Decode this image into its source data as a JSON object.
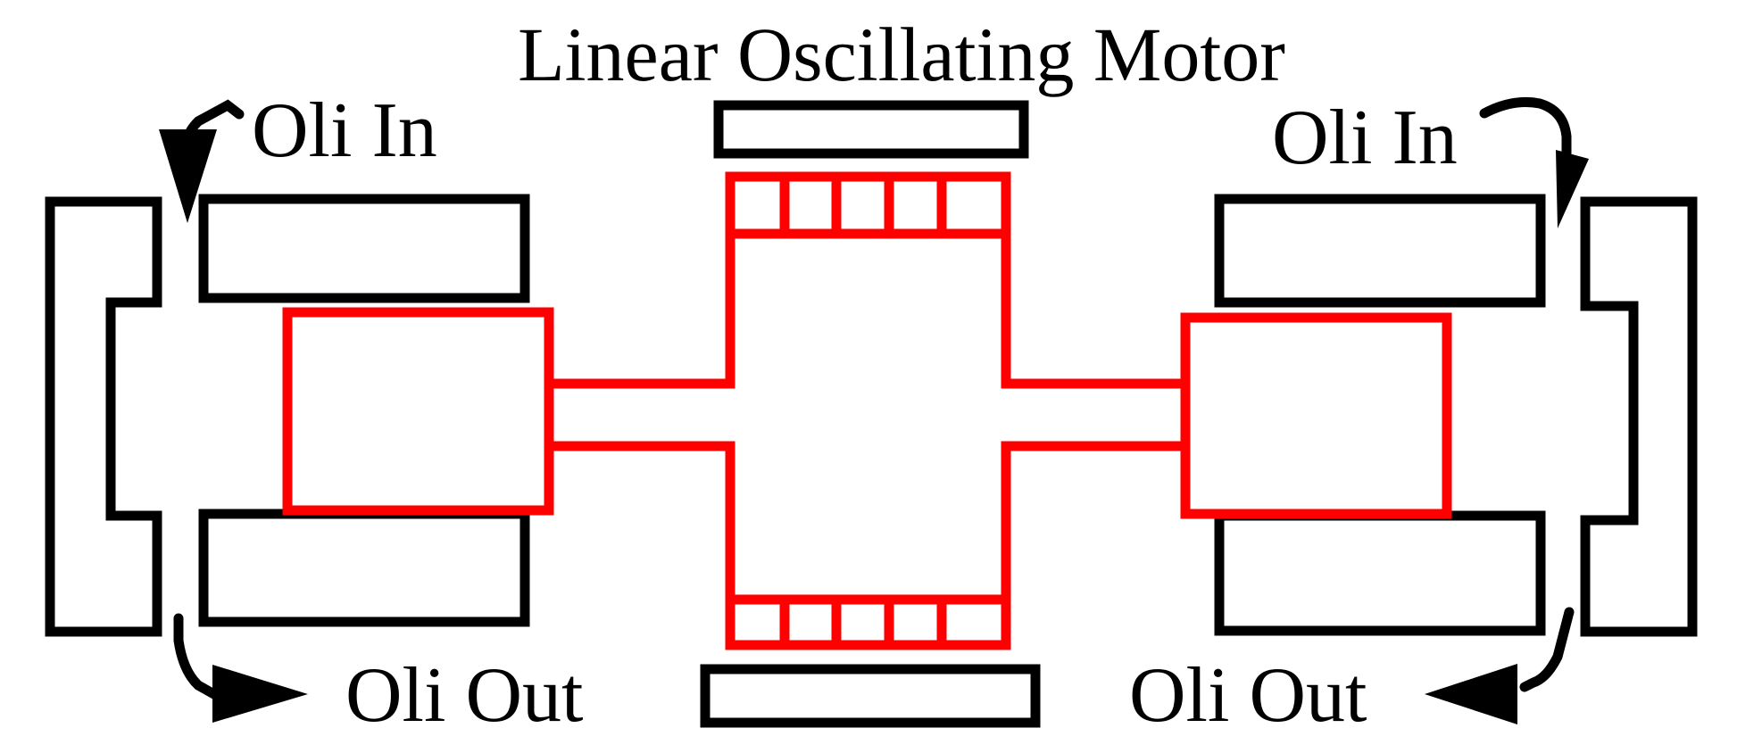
{
  "diagram": {
    "title": "Linear Oscillating Motor",
    "labels": {
      "oil_in_left": "Oli In",
      "oil_in_right": "Oli In",
      "oil_out_left": "Oli Out",
      "oil_out_right": "Oli Out"
    }
  },
  "colors": {
    "outline": "#000000",
    "mover": "#ff0000",
    "background": "#ffffff"
  }
}
